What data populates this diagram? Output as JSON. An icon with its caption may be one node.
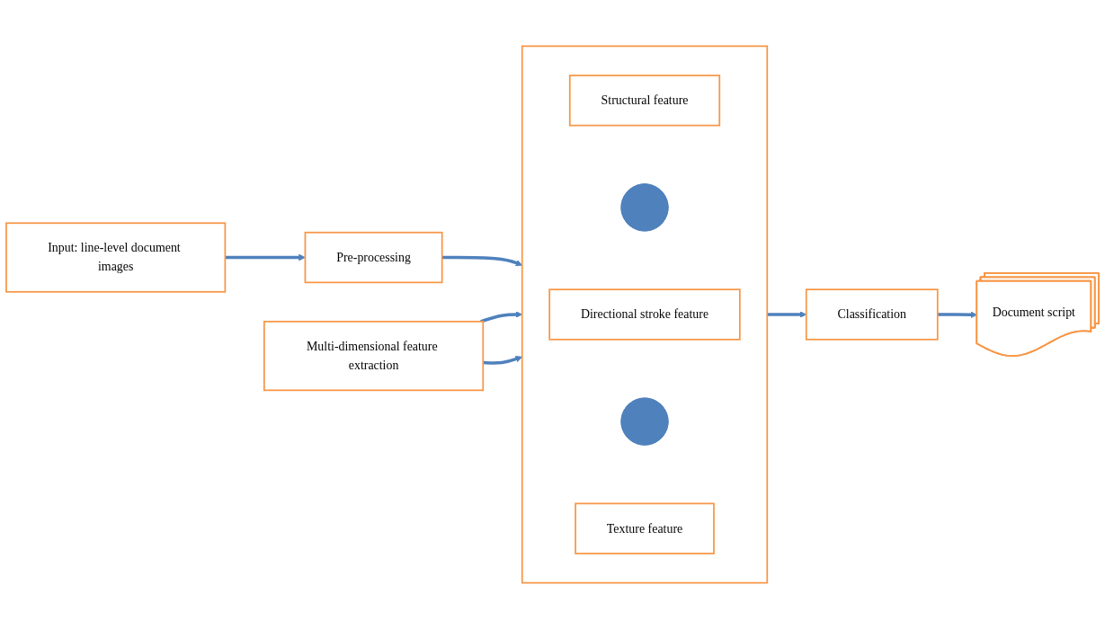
{
  "diagram": {
    "nodes": [
      {
        "text": [
          "Input: line-level document images"
        ]
      },
      {
        "text": [
          "Pre-processing"
        ]
      },
      {
        "text": [
          "Multi-dimensional feature extraction"
        ]
      },
      {
        "text": [],
        "shape": "box"
      },
      {
        "text": [
          "Structural feature"
        ],
        "in": 3
      },
      {
        "text": [],
        "shape": "plus",
        "in": 3
      },
      {
        "text": [
          "Directional stroke feature"
        ],
        "in": 3
      },
      {
        "text": [],
        "shape": "plus",
        "in": 3
      },
      {
        "text": [
          "Texture feature"
        ],
        "in": 3
      },
      {
        "text": [
          "Classification"
        ]
      },
      {
        "text": [
          "Document script"
        ]
      }
    ],
    "edges": [
      {
        "from": 0,
        "to": 1,
        "arrow": "to"
      },
      {
        "from": 1,
        "to": 3,
        "arrow": "to"
      },
      {
        "from": 2,
        "to": 3,
        "arrow": "to"
      },
      {
        "from": 2,
        "to": 3,
        "arrow": "to"
      },
      {
        "from": 3,
        "to": 9,
        "arrow": "to"
      },
      {
        "from": 9,
        "to": 10,
        "arrow": "to"
      }
    ]
  }
}
